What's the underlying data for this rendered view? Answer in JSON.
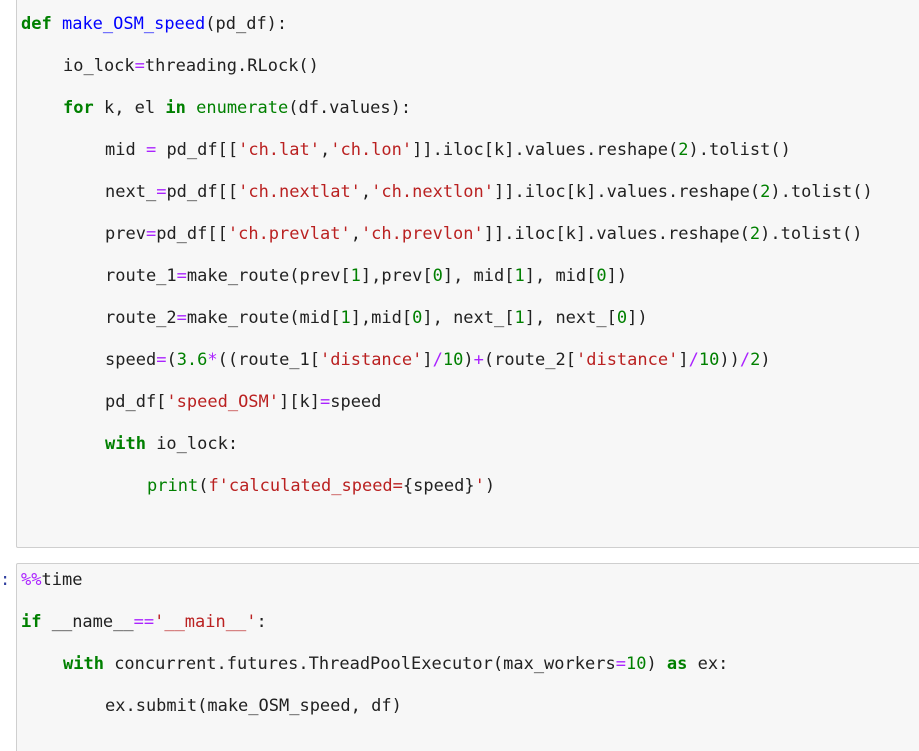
{
  "cell1": {
    "lines": [
      {
        "indent": 0,
        "tokens": [
          {
            "t": "def",
            "c": "kw"
          },
          {
            "t": " ",
            "c": "plain"
          },
          {
            "t": "make_OSM_speed",
            "c": "fn"
          },
          {
            "t": "(pd_df):",
            "c": "plain"
          }
        ]
      },
      {
        "indent": 1,
        "tokens": [
          {
            "t": "io_lock",
            "c": "plain"
          },
          {
            "t": "=",
            "c": "op"
          },
          {
            "t": "threading.RLock()",
            "c": "plain"
          }
        ]
      },
      {
        "indent": 1,
        "tokens": [
          {
            "t": "for",
            "c": "kw"
          },
          {
            "t": " k, el ",
            "c": "plain"
          },
          {
            "t": "in",
            "c": "kw"
          },
          {
            "t": " ",
            "c": "plain"
          },
          {
            "t": "enumerate",
            "c": "bi"
          },
          {
            "t": "(df.values):",
            "c": "plain"
          }
        ]
      },
      {
        "indent": 2,
        "tokens": [
          {
            "t": "mid ",
            "c": "plain"
          },
          {
            "t": "=",
            "c": "op"
          },
          {
            "t": " pd_df[[",
            "c": "plain"
          },
          {
            "t": "'ch.lat'",
            "c": "str"
          },
          {
            "t": ",",
            "c": "plain"
          },
          {
            "t": "'ch.lon'",
            "c": "str"
          },
          {
            "t": "]].iloc[k].values.reshape(",
            "c": "plain"
          },
          {
            "t": "2",
            "c": "num"
          },
          {
            "t": ").tolist()",
            "c": "plain"
          }
        ]
      },
      {
        "indent": 2,
        "tokens": [
          {
            "t": "next_",
            "c": "plain"
          },
          {
            "t": "=",
            "c": "op"
          },
          {
            "t": "pd_df[[",
            "c": "plain"
          },
          {
            "t": "'ch.nextlat'",
            "c": "str"
          },
          {
            "t": ",",
            "c": "plain"
          },
          {
            "t": "'ch.nextlon'",
            "c": "str"
          },
          {
            "t": "]].iloc[k].values.reshape(",
            "c": "plain"
          },
          {
            "t": "2",
            "c": "num"
          },
          {
            "t": ").tolist()",
            "c": "plain"
          }
        ]
      },
      {
        "indent": 2,
        "tokens": [
          {
            "t": "prev",
            "c": "plain"
          },
          {
            "t": "=",
            "c": "op"
          },
          {
            "t": "pd_df[[",
            "c": "plain"
          },
          {
            "t": "'ch.prevlat'",
            "c": "str"
          },
          {
            "t": ",",
            "c": "plain"
          },
          {
            "t": "'ch.prevlon'",
            "c": "str"
          },
          {
            "t": "]].iloc[k].values.reshape(",
            "c": "plain"
          },
          {
            "t": "2",
            "c": "num"
          },
          {
            "t": ").tolist()",
            "c": "plain"
          }
        ]
      },
      {
        "indent": 2,
        "tokens": [
          {
            "t": "route_1",
            "c": "plain"
          },
          {
            "t": "=",
            "c": "op"
          },
          {
            "t": "make_route(prev[",
            "c": "plain"
          },
          {
            "t": "1",
            "c": "num"
          },
          {
            "t": "],prev[",
            "c": "plain"
          },
          {
            "t": "0",
            "c": "num"
          },
          {
            "t": "], mid[",
            "c": "plain"
          },
          {
            "t": "1",
            "c": "num"
          },
          {
            "t": "], mid[",
            "c": "plain"
          },
          {
            "t": "0",
            "c": "num"
          },
          {
            "t": "])",
            "c": "plain"
          }
        ]
      },
      {
        "indent": 2,
        "tokens": [
          {
            "t": "route_2",
            "c": "plain"
          },
          {
            "t": "=",
            "c": "op"
          },
          {
            "t": "make_route(mid[",
            "c": "plain"
          },
          {
            "t": "1",
            "c": "num"
          },
          {
            "t": "],mid[",
            "c": "plain"
          },
          {
            "t": "0",
            "c": "num"
          },
          {
            "t": "], next_[",
            "c": "plain"
          },
          {
            "t": "1",
            "c": "num"
          },
          {
            "t": "], next_[",
            "c": "plain"
          },
          {
            "t": "0",
            "c": "num"
          },
          {
            "t": "])",
            "c": "plain"
          }
        ]
      },
      {
        "indent": 2,
        "tokens": [
          {
            "t": "speed",
            "c": "plain"
          },
          {
            "t": "=",
            "c": "op"
          },
          {
            "t": "(",
            "c": "plain"
          },
          {
            "t": "3.6",
            "c": "num"
          },
          {
            "t": "*",
            "c": "op"
          },
          {
            "t": "((route_1[",
            "c": "plain"
          },
          {
            "t": "'distance'",
            "c": "str"
          },
          {
            "t": "]",
            "c": "plain"
          },
          {
            "t": "/",
            "c": "op"
          },
          {
            "t": "10",
            "c": "num"
          },
          {
            "t": ")",
            "c": "plain"
          },
          {
            "t": "+",
            "c": "op"
          },
          {
            "t": "(route_2[",
            "c": "plain"
          },
          {
            "t": "'distance'",
            "c": "str"
          },
          {
            "t": "]",
            "c": "plain"
          },
          {
            "t": "/",
            "c": "op"
          },
          {
            "t": "10",
            "c": "num"
          },
          {
            "t": "))",
            "c": "plain"
          },
          {
            "t": "/",
            "c": "op"
          },
          {
            "t": "2",
            "c": "num"
          },
          {
            "t": ")",
            "c": "plain"
          }
        ]
      },
      {
        "indent": 2,
        "tokens": [
          {
            "t": "pd_df[",
            "c": "plain"
          },
          {
            "t": "'speed_OSM'",
            "c": "str"
          },
          {
            "t": "][k]",
            "c": "plain"
          },
          {
            "t": "=",
            "c": "op"
          },
          {
            "t": "speed",
            "c": "plain"
          }
        ]
      },
      {
        "indent": 2,
        "tokens": [
          {
            "t": "with",
            "c": "kw"
          },
          {
            "t": " io_lock:",
            "c": "plain"
          }
        ]
      },
      {
        "indent": 3,
        "tokens": [
          {
            "t": "print",
            "c": "bi"
          },
          {
            "t": "(",
            "c": "plain"
          },
          {
            "t": "f'calculated_speed=",
            "c": "str"
          },
          {
            "t": "{speed}",
            "c": "plain"
          },
          {
            "t": "'",
            "c": "str"
          },
          {
            "t": ")",
            "c": "plain"
          }
        ]
      }
    ]
  },
  "cell2": {
    "prompt": ":",
    "lines": [
      {
        "indent": 0,
        "tokens": [
          {
            "t": "%%",
            "c": "mg"
          },
          {
            "t": "time",
            "c": "plain"
          }
        ]
      },
      {
        "indent": 0,
        "tokens": [
          {
            "t": "if",
            "c": "kw"
          },
          {
            "t": " __name__",
            "c": "plain"
          },
          {
            "t": "==",
            "c": "op"
          },
          {
            "t": "'__main__'",
            "c": "str"
          },
          {
            "t": ":",
            "c": "plain"
          }
        ]
      },
      {
        "indent": 1,
        "tokens": [
          {
            "t": "with",
            "c": "kw"
          },
          {
            "t": " concurrent.futures.ThreadPoolExecutor(max_workers",
            "c": "plain"
          },
          {
            "t": "=",
            "c": "op"
          },
          {
            "t": "10",
            "c": "num"
          },
          {
            "t": ") ",
            "c": "plain"
          },
          {
            "t": "as",
            "c": "kw"
          },
          {
            "t": " ex:",
            "c": "plain"
          }
        ]
      },
      {
        "indent": 2,
        "tokens": [
          {
            "t": "ex.submit(make_OSM_speed, df)",
            "c": "plain"
          }
        ]
      }
    ]
  }
}
